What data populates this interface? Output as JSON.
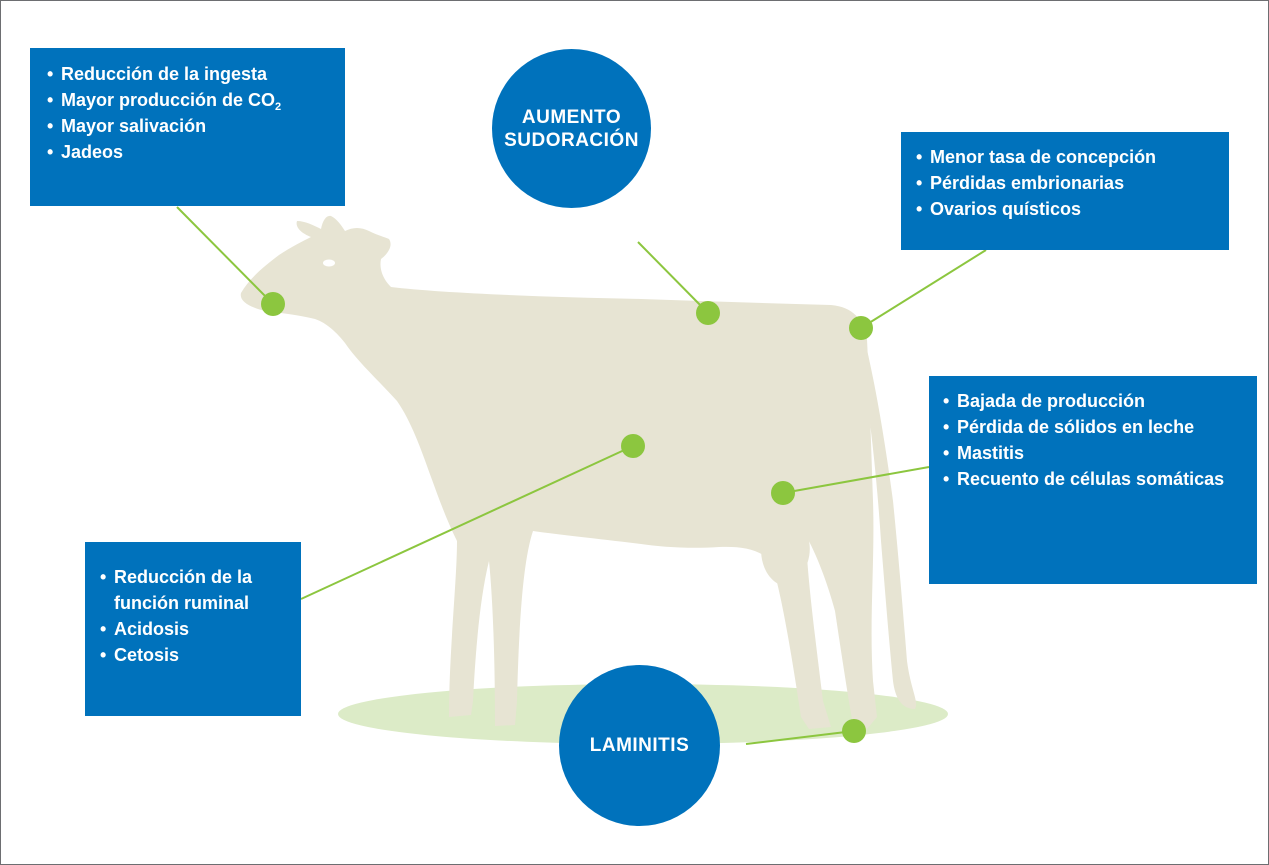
{
  "colors": {
    "box_blue": "#0072bc",
    "dot_green": "#8cc63f",
    "cow_beige": "#e7e4d3",
    "ground_green": "#dcebc7",
    "border": "#6d6e71"
  },
  "circles": {
    "sweating": {
      "line1": "AUMENTO",
      "line2": "SUDORACIÓN"
    },
    "laminitis": {
      "label": "LAMINITIS"
    }
  },
  "boxes": {
    "intake": {
      "items": [
        "Reducción de la ingesta",
        "Mayor producción de CO",
        "Mayor salivación",
        "Jadeos"
      ],
      "co2_subscript": "2"
    },
    "reproduction": {
      "items": [
        "Menor tasa de concepción",
        "Pérdidas embrionarias",
        "Ovarios quísticos"
      ]
    },
    "milk": {
      "items": [
        "Bajada de producción",
        "Pérdida de sólidos en leche",
        "Mastitis",
        "Recuento de células somáticas"
      ]
    },
    "rumen": {
      "items": [
        "Reducción de la función ruminal",
        "Acidosis",
        "Cetosis"
      ]
    }
  }
}
